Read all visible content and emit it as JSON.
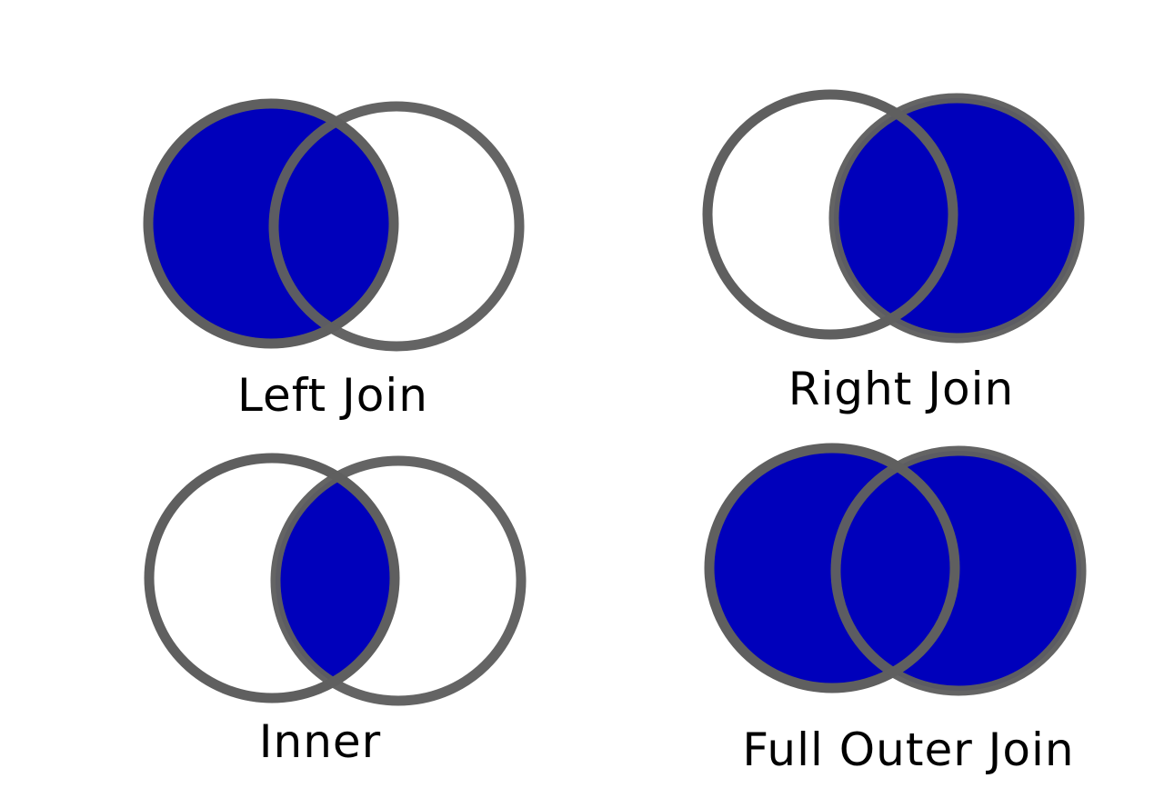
{
  "colors": {
    "fill": "#0000bb",
    "outline": "#5f5f5f",
    "overlap_mark": "#222222",
    "background": "#ffffff"
  },
  "diagrams": [
    {
      "id": "left-join",
      "label": "Left Join",
      "shaded": "left-plus-overlap"
    },
    {
      "id": "right-join",
      "label": "Right Join",
      "shaded": "right-plus-overlap"
    },
    {
      "id": "inner",
      "label": "Inner",
      "shaded": "overlap-only"
    },
    {
      "id": "full-outer-join",
      "label": "Full Outer Join",
      "shaded": "both"
    }
  ]
}
